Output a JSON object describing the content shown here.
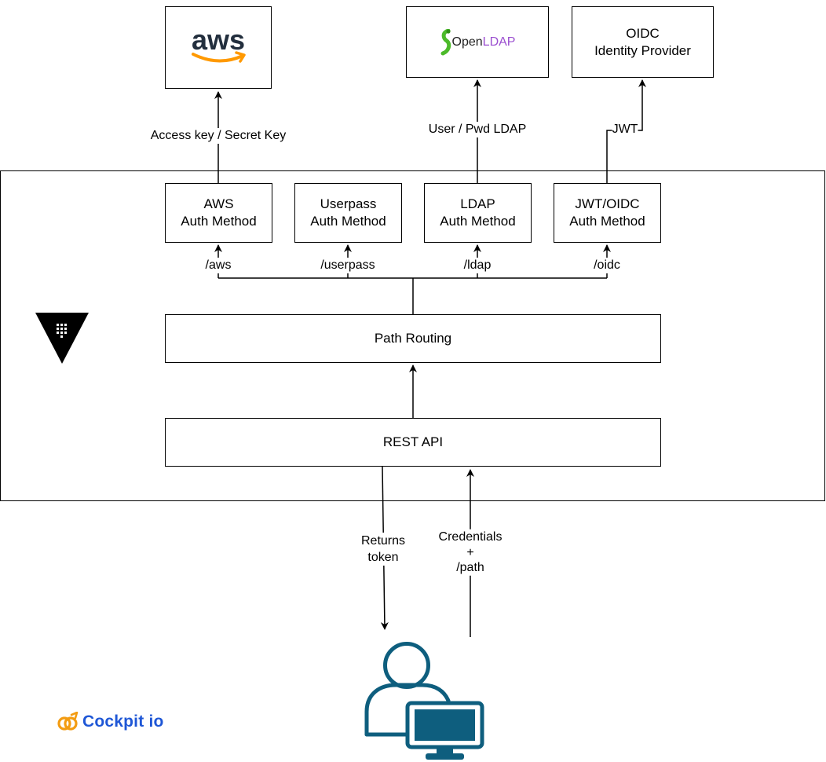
{
  "external": {
    "aws": {
      "logo_text": "aws",
      "brand_color": "#232f3e",
      "smile_color": "#ff9900"
    },
    "openldap": {
      "logo_text_open": "Open",
      "logo_text_ldap": "LDAP",
      "ldap_color": "#9b4fd0",
      "worm_color": "#4cba2a"
    },
    "oidc": {
      "line1": "OIDC",
      "line2": "Identity Provider"
    }
  },
  "edges": {
    "aws_creds": "Access key / Secret Key",
    "ldap_creds": "User / Pwd LDAP",
    "oidc_creds": "JWT"
  },
  "auth_methods": [
    {
      "line1": "AWS",
      "line2": "Auth Method",
      "path": "/aws"
    },
    {
      "line1": "Userpass",
      "line2": "Auth Method",
      "path": "/userpass"
    },
    {
      "line1": "LDAP",
      "line2": "Auth Method",
      "path": "/ldap"
    },
    {
      "line1": "JWT/OIDC",
      "line2": "Auth Method",
      "path": "/oidc"
    }
  ],
  "path_routing": "Path Routing",
  "rest_api": "REST API",
  "client_edges": {
    "returns_line1": "Returns",
    "returns_line2": "token",
    "creds_line1": "Credentials",
    "creds_line2": "+",
    "creds_line3": "/path"
  },
  "icons": {
    "vault": "vault-logo-icon",
    "user": "user-at-computer-icon",
    "brand": "cockpit-logo-icon"
  },
  "colors": {
    "user_icon": "#0e5e7e",
    "brand": "#1f57d6",
    "brand_mark": "#f39c12"
  },
  "brand": {
    "name": "Cockpit io"
  }
}
